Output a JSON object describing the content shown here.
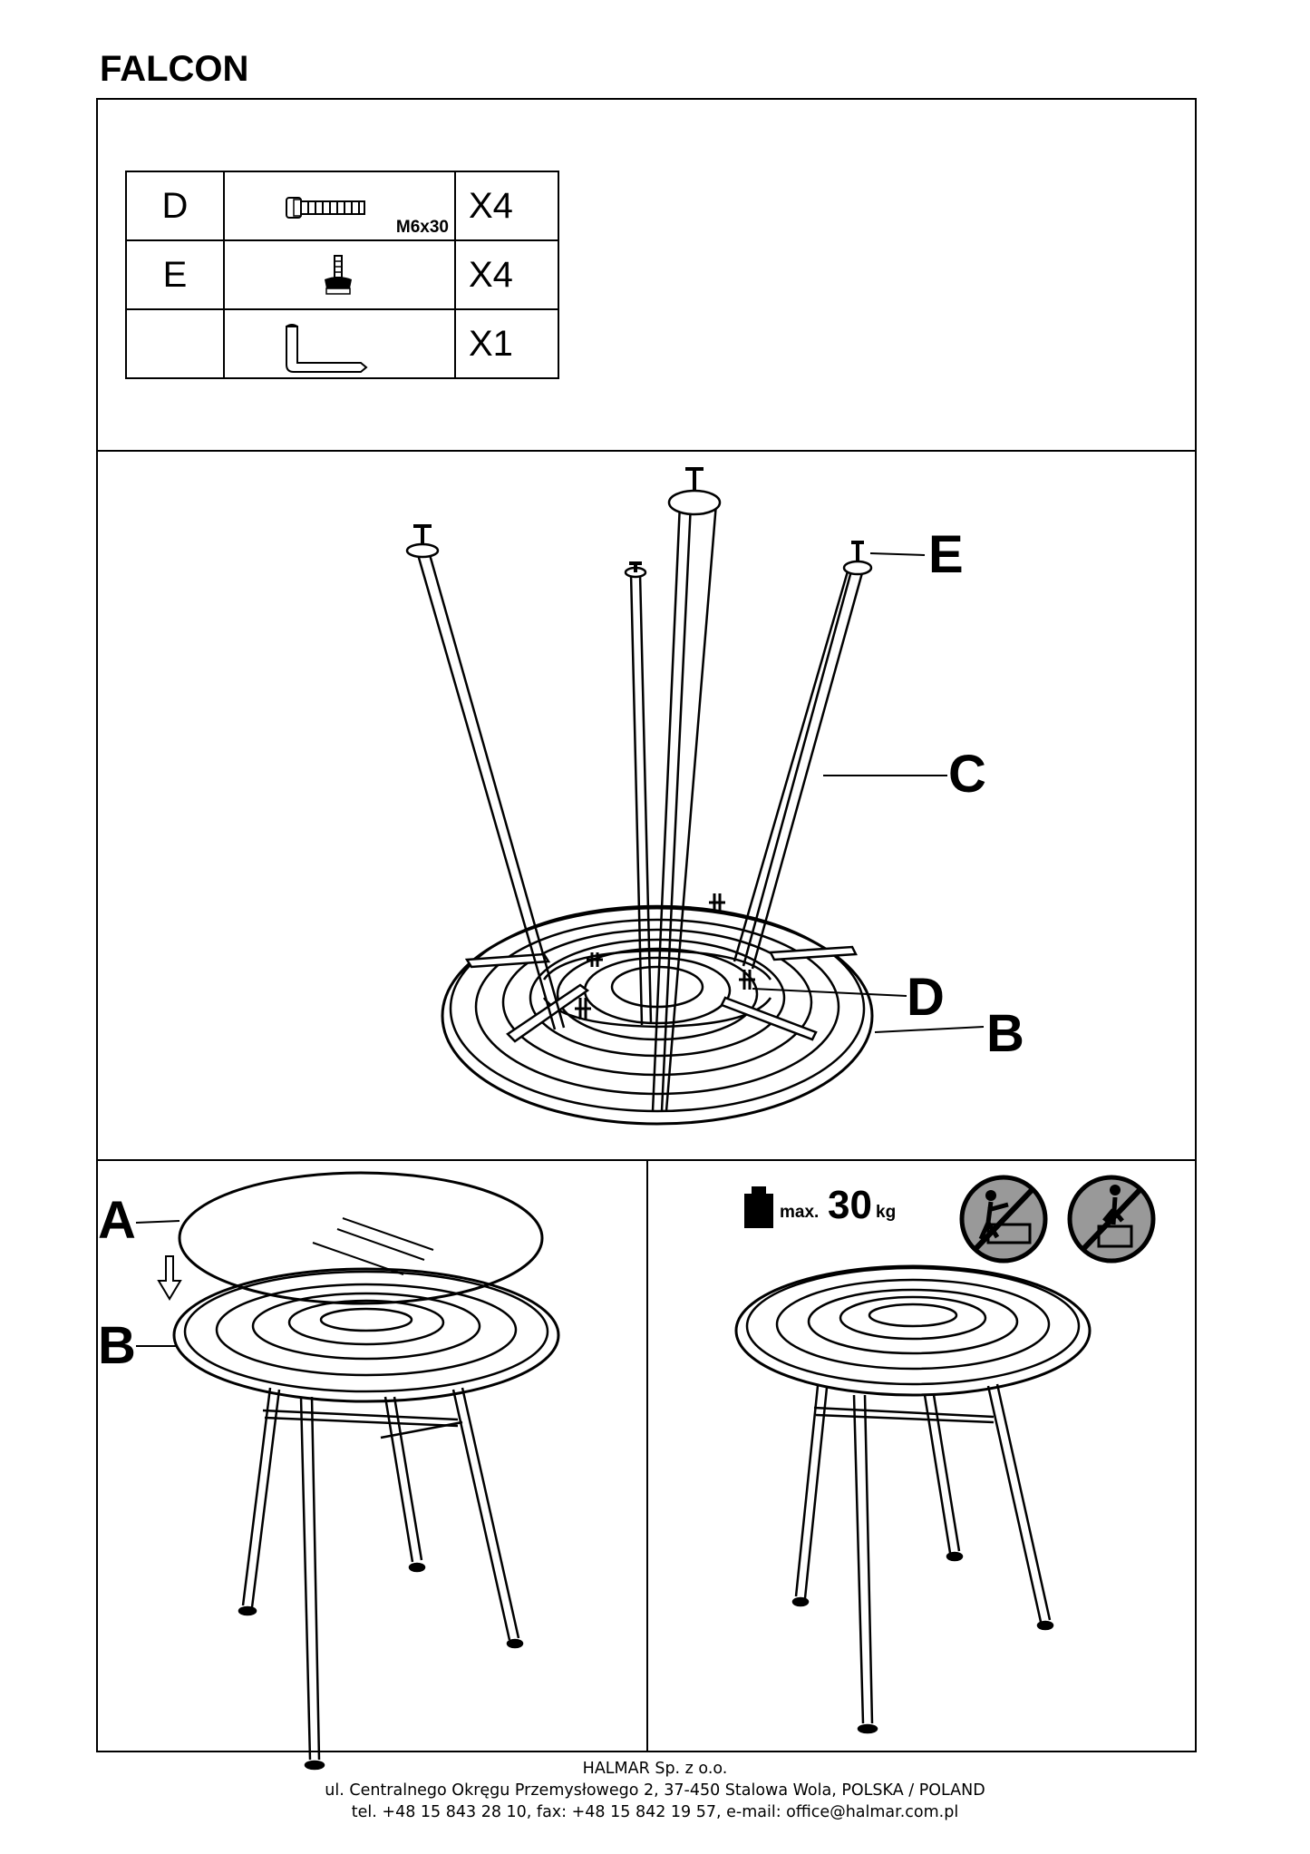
{
  "title": "FALCON",
  "parts": [
    {
      "letter": "D",
      "spec": "M6x30",
      "icon": "bolt-icon",
      "qty": "X4"
    },
    {
      "letter": "E",
      "spec": "",
      "icon": "leveling-foot-icon",
      "qty": "X4"
    },
    {
      "letter": "",
      "spec": "",
      "icon": "allen-key-icon",
      "qty": "X1"
    }
  ],
  "labels": {
    "A": "A",
    "B": "B",
    "C": "C",
    "D": "D",
    "E": "E"
  },
  "load": {
    "prefix": "max.",
    "value": "30",
    "unit": "kg"
  },
  "warning_icons": [
    "no-standing-icon",
    "no-climbing-icon"
  ],
  "footer": {
    "line1": "HALMAR Sp. z o.o.",
    "line2": "ul. Centralnego Okręgu Przemysłowego 2, 37-450 Stalowa Wola, POLSKA / POLAND",
    "line3": "tel. +48 15 843 28 10, fax: +48 15 842 19 57, e-mail: office@halmar.com.pl"
  }
}
